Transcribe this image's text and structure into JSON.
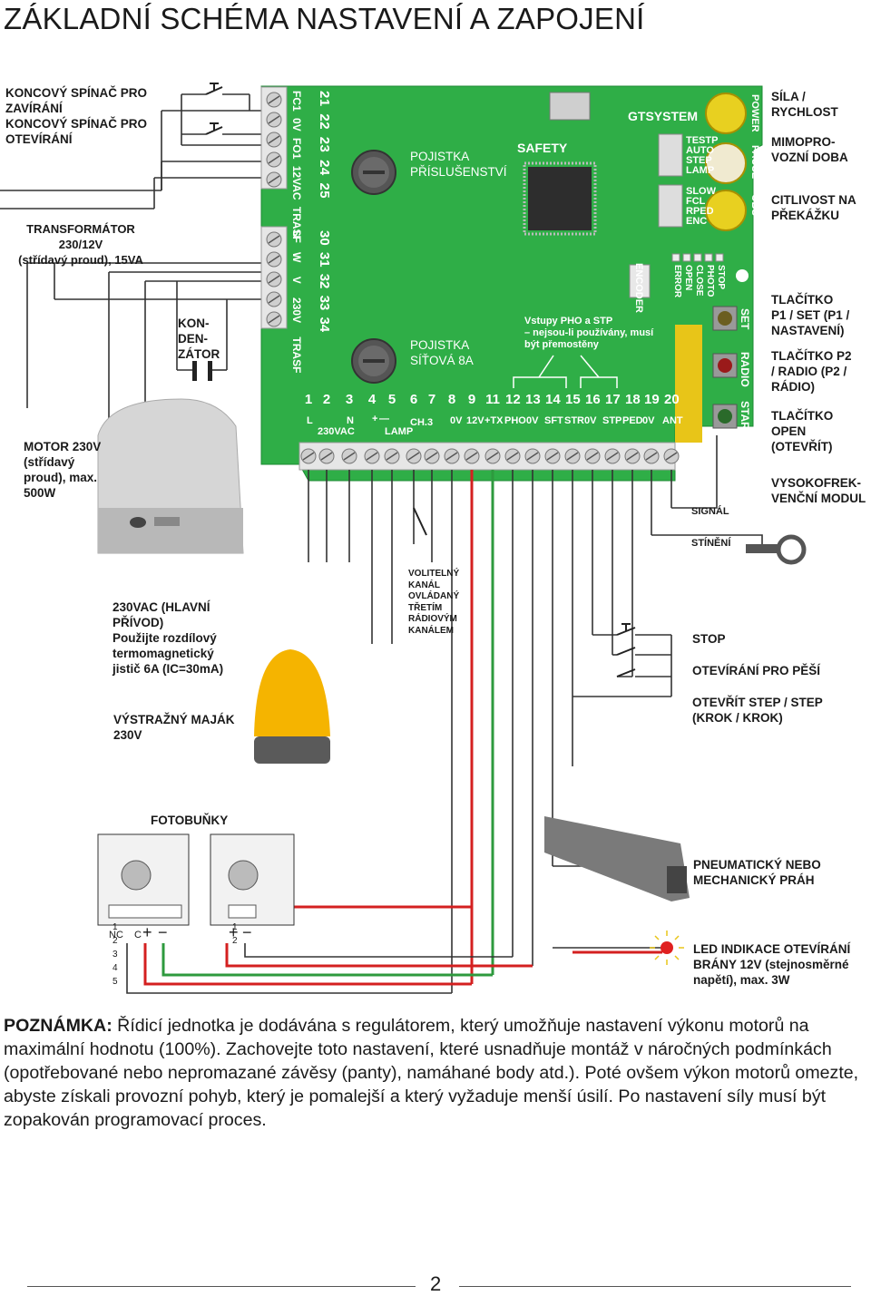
{
  "title": "ZÁKLADNÍ SCHÉMA NASTAVENÍ A ZAPOJENÍ",
  "left_labels": {
    "limit_close": "KONCOVÝ SPÍNAČ PRO\nZAVÍRÁNÍ",
    "limit_open": "KONCOVÝ SPÍNAČ PRO\nOTEVÍRÁNÍ",
    "transformer": "TRANSFORMÁTOR 230/12V\n(střídavý proud), 15VA",
    "capacitor": "KON-\nDEN-\nZÁTOR",
    "motor": "MOTOR 230V\n(střídavý\nproud), max.\n500W"
  },
  "right_labels": {
    "power": "SÍLA /\nRYCHLOST",
    "pause": "MIMOPRO-\nVOZNÍ DOBA",
    "obs": "CITLIVOST NA\nPŘEKÁŽKU",
    "set_btn": "TLAČÍTKO\nP1 / SET (P1 /\nNASTAVENÍ)",
    "radio_btn": "TLAČÍTKO P2\n/ RADIO (P2 /\nRÁDIO)",
    "start_btn": "TLAČÍTKO\nOPEN\n(OTEVŘÍT)",
    "rf_module": "VYSOKOFREK-\nVENČNÍ MODUL"
  },
  "board": {
    "fuse_acc": "POJISTKA\nPŘÍSLUŠENSTVÍ",
    "fuse_main": "POJISTKA\nSÍŤOVÁ 8A",
    "bridge_note": "Vstupy PHO a STP\n– nejsou-li používány, musí\nbýt přemostěny",
    "safety": "SAFETY",
    "gtsystem": "GTSYSTEM",
    "dip1": [
      "TESTP",
      "AUTO",
      "STEP",
      "LAMP"
    ],
    "dip2": [
      "SLOW",
      "FCL",
      "RPED",
      "ENC"
    ],
    "leds": [
      "STOP",
      "PHOTO",
      "CLOSE",
      "OPEN",
      "ERROR"
    ],
    "encoder": "ENCODER",
    "trimmers": [
      "POWER",
      "PAUSE",
      "OBS"
    ],
    "buttons": [
      "SET",
      "RADIO",
      "START"
    ],
    "top_terms_a": [
      "21",
      "22",
      "23",
      "24",
      "25"
    ],
    "top_names_a": [
      "FC1",
      "0V",
      "FO1",
      "12VAC",
      "TRASF"
    ],
    "top_terms_b": [
      "30",
      "31",
      "32",
      "33",
      "34"
    ],
    "top_names_b": [
      "U",
      "W",
      "V",
      "230V",
      "TRASF"
    ],
    "bottom_nums": [
      "1",
      "2",
      "3",
      "4",
      "5",
      "6",
      "7",
      "8",
      "9",
      "11",
      "12",
      "13",
      "14",
      "15",
      "16",
      "17",
      "18",
      "19",
      "20"
    ],
    "bottom_names": [
      "L",
      "N",
      "230VAC",
      "+",
      "—",
      "LAMP",
      "CH.3",
      "0V",
      "12V",
      "+TX",
      "PHO",
      "0V",
      "SFT",
      "STR",
      "0V",
      "STP",
      "PED",
      "0V",
      "ANT"
    ]
  },
  "mid_labels": {
    "signal": "SIGNÁL",
    "shield": "STÍNĚNÍ",
    "mains": "230VAC (HLAVNÍ\nPŘÍVOD)\nPoužijte rozdílový\ntermomagnetický\njistič 6A (IC=30mA)",
    "ch3": "VOLITELNÝ\nKANÁL\nOVLÁDANÝ\nTŘETÍM\nRÁDIOVÝM\nKANÁLEM",
    "stop": "STOP",
    "ped": "OTEVÍRÁNÍ PRO PĚŠÍ",
    "step": "OTEVŘÍT STEP / STEP\n(KROK / KROK)",
    "beacon": "VÝSTRAŽNÝ MAJÁK\n230V",
    "photocells": "FOTOBUŇKY",
    "edge": "PNEUMATICKÝ NEBO\nMECHANICKÝ PRÁH",
    "led_ind": "LED INDIKACE OTEVÍRÁNÍ\nBRÁNY 12V (stejnosměrné\nnapětí), max. 3W",
    "nc": "NC",
    "c": "C",
    "plus": "+",
    "minus": "−",
    "tx_terms": [
      "1",
      "2",
      "3",
      "4",
      "5"
    ],
    "rx_terms": [
      "1",
      "2"
    ]
  },
  "note": {
    "label": "POZNÁMKA:",
    "text": " Řídicí jednotka je dodávána s regulátorem, který umožňuje nastavení výkonu motorů na maximální hodnotu (100%). Zachovejte toto nastavení, které usnadňuje montáž v náročných podmínkách (opotřebované nebo nepromazané závěsy (panty), namáhané body atd.). Poté ovšem výkon motorů omezte, abyste získali provozní pohyb, který je pomalejší a který vyžaduje menší úsilí. Po nastavení síly musí být zopakován programovací proces."
  },
  "page_number": "2",
  "colors": {
    "board_green": "#2fae47",
    "wire_red": "#d42020",
    "wire_green": "#2e9a3e",
    "wire_black": "#333333",
    "beacon_yellow": "#f5b400",
    "trimmer_yellow": "#e8d020"
  },
  "icons": [
    "switch-icon",
    "capacitor-icon",
    "fuse-icon",
    "chip-icon",
    "trimmer-icon",
    "push-button-icon",
    "antenna-connector-icon",
    "beacon-icon",
    "photocell-icon",
    "safety-edge-icon",
    "led-icon",
    "motor-icon"
  ]
}
